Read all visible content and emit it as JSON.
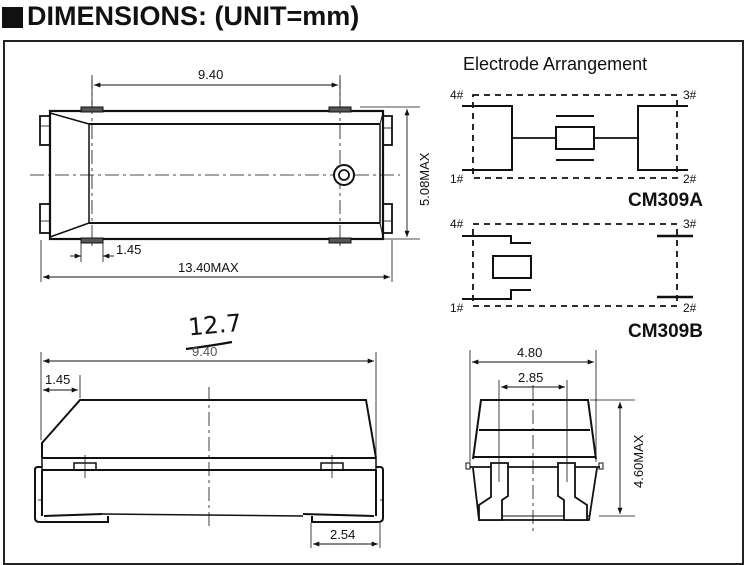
{
  "header": {
    "title": "DIMENSIONS: (UNIT=mm)",
    "bullet_icon": "black-square"
  },
  "top_view": {
    "pad_pitch": "9.40",
    "pad_width": "1.45",
    "overall_length": "13.40MAX",
    "overall_width": "5.08MAX"
  },
  "side_view": {
    "handwritten_correction": "12.7",
    "struck_value": "9.40",
    "chamfer": "1.45",
    "terminal_length": "2.54"
  },
  "end_view": {
    "width": "4.80",
    "pad_spacing": "2.85",
    "height": "4.60MAX"
  },
  "electrode": {
    "heading": "Electrode Arrangement",
    "pins": [
      "1#",
      "2#",
      "3#",
      "4#"
    ],
    "models": [
      "CM309A",
      "CM309B"
    ]
  },
  "colors": {
    "ink": "#111111",
    "background": "#ffffff"
  }
}
